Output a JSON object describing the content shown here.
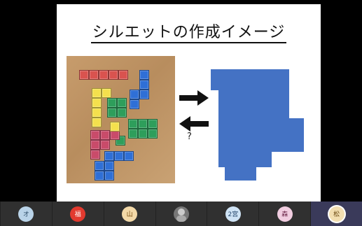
{
  "slide": {
    "title": "シルエットの作成イメージ",
    "question_mark": "?"
  },
  "colors": {
    "silhouette": "#4472c4",
    "red": "#d9534f",
    "yellow": "#f4e04d",
    "green": "#2e9e5b",
    "blue": "#2f6fd6",
    "pink": "#c94b6a"
  },
  "participants": [
    {
      "label": "オ",
      "bg": "#b9d3e8",
      "color": "#2a4a66"
    },
    {
      "label": "福",
      "bg": "#e23a2f",
      "color": "#ffffff"
    },
    {
      "label": "山",
      "bg": "#f3d9a8",
      "color": "#7a4d10"
    },
    {
      "label": "",
      "bg": "#777777",
      "color": "#ffffff",
      "photo": true
    },
    {
      "label": "2宮",
      "bg": "#cfe3f5",
      "color": "#23466b"
    },
    {
      "label": "森",
      "bg": "#f1cde0",
      "color": "#6b2447"
    },
    {
      "label": "松",
      "bg": "#f2deb0",
      "color": "#6b4a13",
      "active": true
    }
  ]
}
